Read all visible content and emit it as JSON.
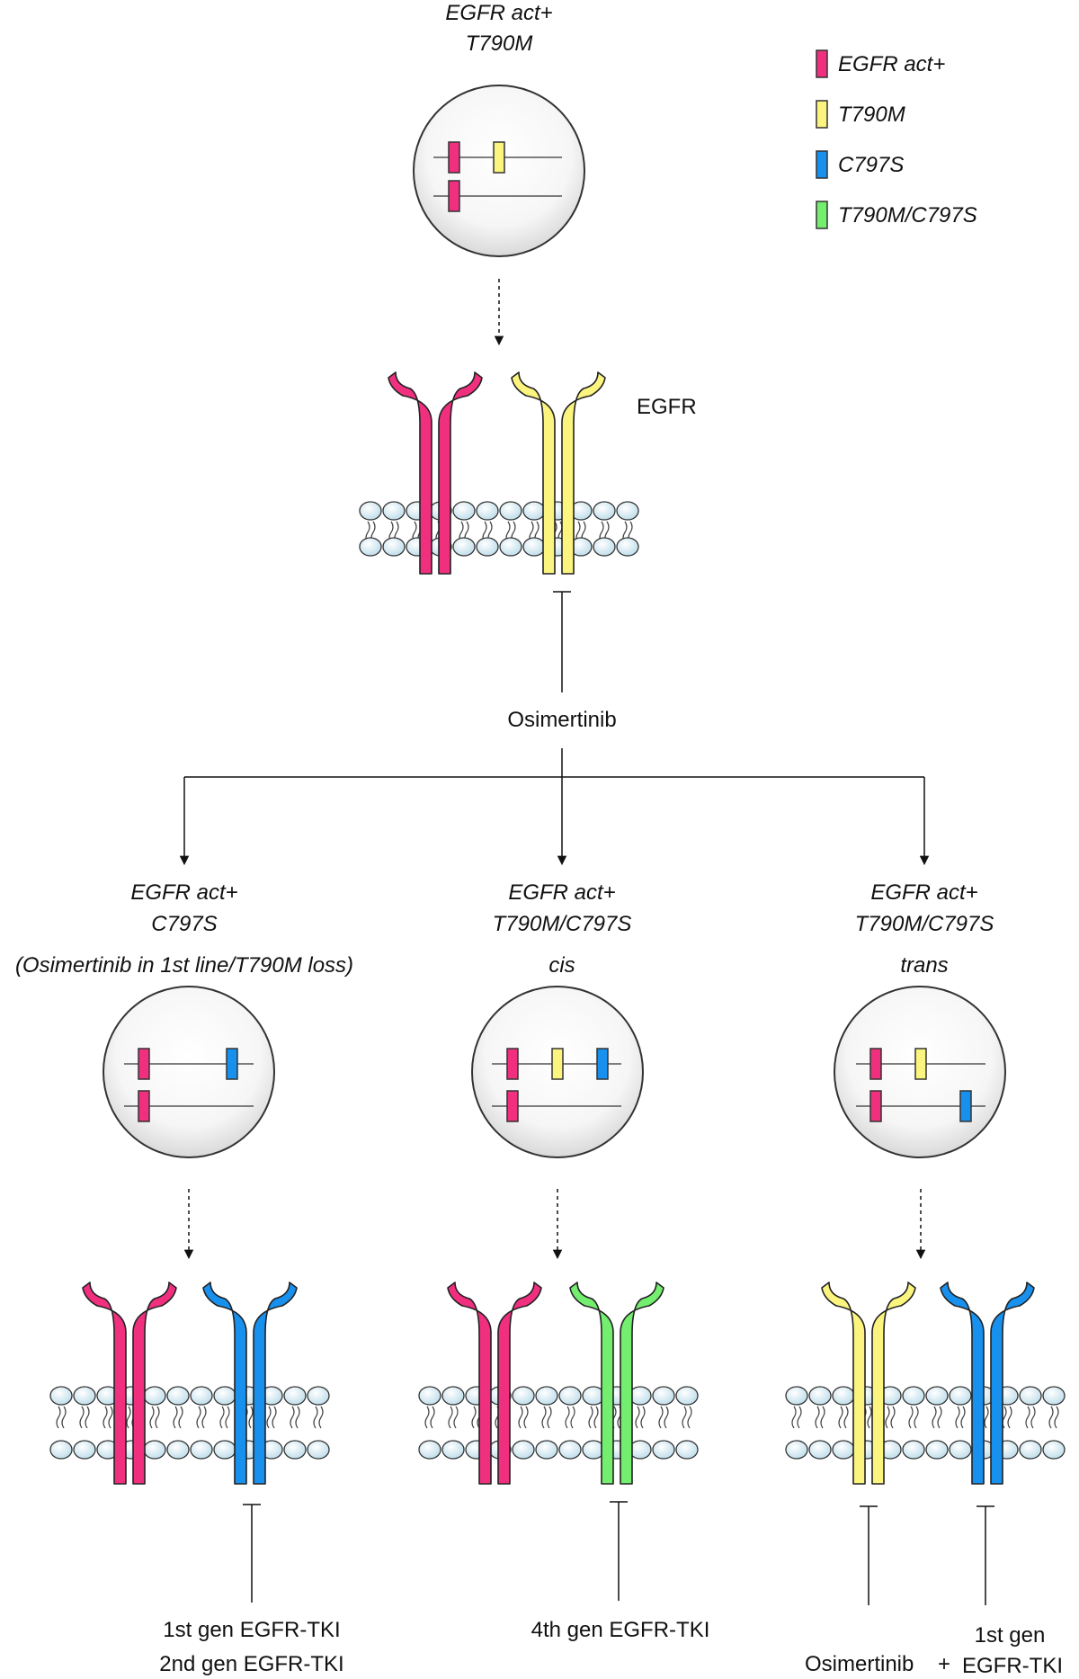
{
  "colors": {
    "act": "#f0307f",
    "t790m": "#fbf47f",
    "c797s": "#1890ee",
    "t790m_c797s": "#74ee6f",
    "lipid": "#cfe6f1",
    "outline": "#333333"
  },
  "legend": [
    {
      "label": "EGFR act+",
      "color_key": "act"
    },
    {
      "label": "T790M",
      "color_key": "t790m"
    },
    {
      "label": "C797S",
      "color_key": "c797s"
    },
    {
      "label": "T790M/C797S",
      "color_key": "t790m_c797s"
    }
  ],
  "top": {
    "title_line1": "EGFR act+",
    "title_line2": "T790M",
    "receptor_label": "EGFR",
    "drug_label": "Osimertinib"
  },
  "branches": [
    {
      "id": "c797s",
      "title_line1": "EGFR act+",
      "title_line2": "C797S",
      "note": "(Osimertinib in 1st line/T790M loss)",
      "drug_line1": "1st gen EGFR-TKI",
      "drug_line2": "2nd gen EGFR-TKI"
    },
    {
      "id": "cis",
      "title_line1": "EGFR act+",
      "title_line2": "T790M/C797S",
      "note": "cis",
      "drug_line1": "4th gen EGFR-TKI"
    },
    {
      "id": "trans",
      "title_line1": "EGFR act+",
      "title_line2": "T790M/C797S",
      "note": "trans",
      "drug_left": "Osimertinib",
      "plus": "+",
      "drug_right_line1": "1st gen",
      "drug_right_line2": "EGFR-TKI"
    }
  ]
}
